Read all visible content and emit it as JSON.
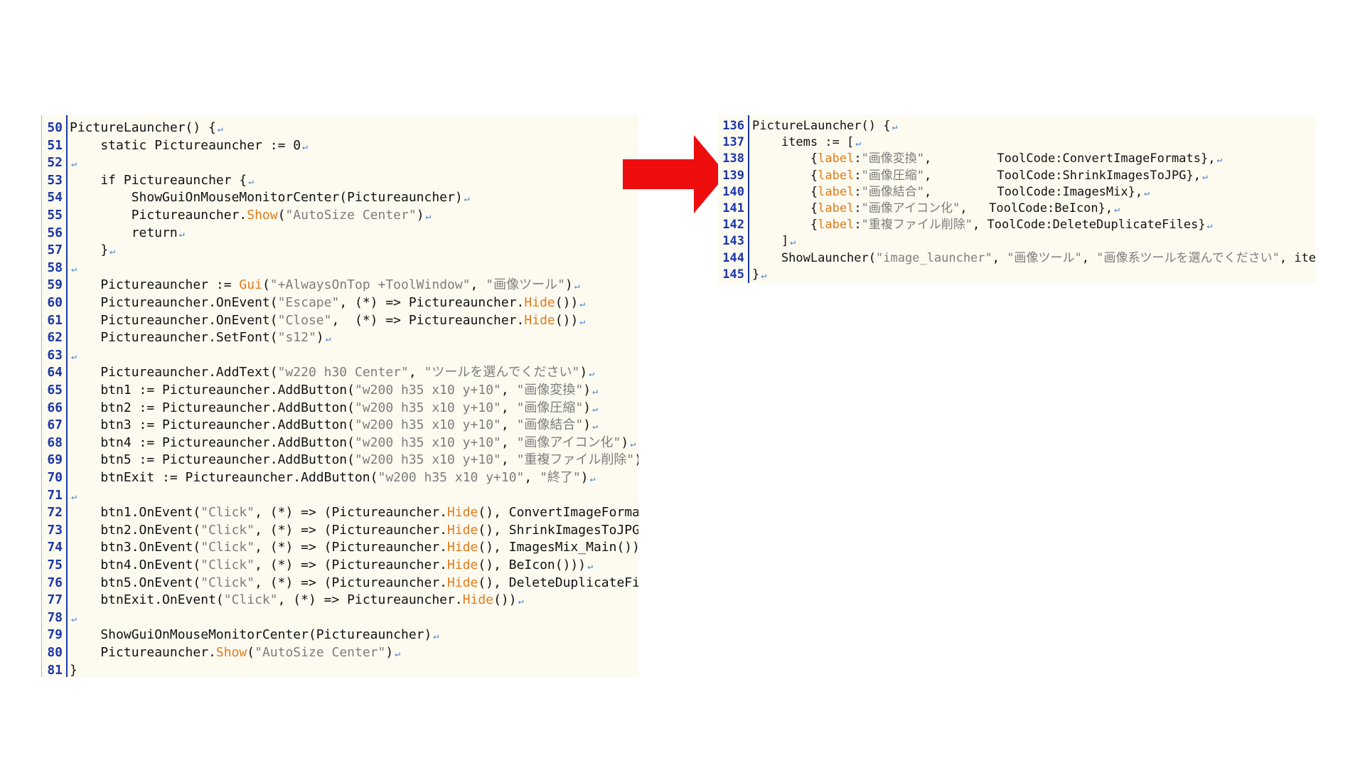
{
  "left": {
    "lines": [
      {
        "n": "50",
        "t": [
          [
            "t",
            "PictureLauncher() {"
          ]
        ]
      },
      {
        "n": "51",
        "t": [
          [
            "t",
            "    static Pictureauncher := 0"
          ]
        ]
      },
      {
        "n": "52",
        "t": []
      },
      {
        "n": "53",
        "t": [
          [
            "t",
            "    if Pictureauncher {"
          ]
        ]
      },
      {
        "n": "54",
        "t": [
          [
            "t",
            "        ShowGuiOnMouseMonitorCenter(Pictureauncher)"
          ]
        ]
      },
      {
        "n": "55",
        "t": [
          [
            "t",
            "        Pictureauncher."
          ],
          [
            "m",
            "Show"
          ],
          [
            "t",
            "("
          ],
          [
            "s",
            "\"AutoSize Center\""
          ],
          [
            "t",
            ")"
          ]
        ]
      },
      {
        "n": "56",
        "t": [
          [
            "t",
            "        return"
          ]
        ]
      },
      {
        "n": "57",
        "t": [
          [
            "t",
            "    }"
          ]
        ]
      },
      {
        "n": "58",
        "t": []
      },
      {
        "n": "59",
        "t": [
          [
            "t",
            "    Pictureauncher := "
          ],
          [
            "m",
            "Gui"
          ],
          [
            "t",
            "("
          ],
          [
            "s",
            "\"+AlwaysOnTop +ToolWindow\""
          ],
          [
            "t",
            ", "
          ],
          [
            "s",
            "\"画像ツール\""
          ],
          [
            "t",
            ")"
          ]
        ]
      },
      {
        "n": "60",
        "t": [
          [
            "t",
            "    Pictureauncher.OnEvent("
          ],
          [
            "s",
            "\"Escape\""
          ],
          [
            "t",
            ", (*) => Pictureauncher."
          ],
          [
            "m",
            "Hide"
          ],
          [
            "t",
            "())"
          ]
        ]
      },
      {
        "n": "61",
        "t": [
          [
            "t",
            "    Pictureauncher.OnEvent("
          ],
          [
            "s",
            "\"Close\""
          ],
          [
            "t",
            ",  (*) => Pictureauncher."
          ],
          [
            "m",
            "Hide"
          ],
          [
            "t",
            "())"
          ]
        ]
      },
      {
        "n": "62",
        "t": [
          [
            "t",
            "    Pictureauncher.SetFont("
          ],
          [
            "s",
            "\"s12\""
          ],
          [
            "t",
            ")"
          ]
        ]
      },
      {
        "n": "63",
        "t": []
      },
      {
        "n": "64",
        "t": [
          [
            "t",
            "    Pictureauncher.AddText("
          ],
          [
            "s",
            "\"w220 h30 Center\""
          ],
          [
            "t",
            ", "
          ],
          [
            "s",
            "\"ツールを選んでください\""
          ],
          [
            "t",
            ")"
          ]
        ]
      },
      {
        "n": "65",
        "t": [
          [
            "t",
            "    btn1 := Pictureauncher.AddButton("
          ],
          [
            "s",
            "\"w200 h35 x10 y+10\""
          ],
          [
            "t",
            ", "
          ],
          [
            "s",
            "\"画像変換\""
          ],
          [
            "t",
            ")"
          ]
        ]
      },
      {
        "n": "66",
        "t": [
          [
            "t",
            "    btn2 := Pictureauncher.AddButton("
          ],
          [
            "s",
            "\"w200 h35 x10 y+10\""
          ],
          [
            "t",
            ", "
          ],
          [
            "s",
            "\"画像圧縮\""
          ],
          [
            "t",
            ")"
          ]
        ]
      },
      {
        "n": "67",
        "t": [
          [
            "t",
            "    btn3 := Pictureauncher.AddButton("
          ],
          [
            "s",
            "\"w200 h35 x10 y+10\""
          ],
          [
            "t",
            ", "
          ],
          [
            "s",
            "\"画像結合\""
          ],
          [
            "t",
            ")"
          ]
        ]
      },
      {
        "n": "68",
        "t": [
          [
            "t",
            "    btn4 := Pictureauncher.AddButton("
          ],
          [
            "s",
            "\"w200 h35 x10 y+10\""
          ],
          [
            "t",
            ", "
          ],
          [
            "s",
            "\"画像アイコン化\""
          ],
          [
            "t",
            ")"
          ]
        ]
      },
      {
        "n": "69",
        "t": [
          [
            "t",
            "    btn5 := Pictureauncher.AddButton("
          ],
          [
            "s",
            "\"w200 h35 x10 y+10\""
          ],
          [
            "t",
            ", "
          ],
          [
            "s",
            "\"重複ファイル削除\""
          ],
          [
            "t",
            ")"
          ]
        ]
      },
      {
        "n": "70",
        "t": [
          [
            "t",
            "    btnExit := Pictureauncher.AddButton("
          ],
          [
            "s",
            "\"w200 h35 x10 y+10\""
          ],
          [
            "t",
            ", "
          ],
          [
            "s",
            "\"終了\""
          ],
          [
            "t",
            ")"
          ]
        ]
      },
      {
        "n": "71",
        "t": []
      },
      {
        "n": "72",
        "t": [
          [
            "t",
            "    btn1.OnEvent("
          ],
          [
            "s",
            "\"Click\""
          ],
          [
            "t",
            ", (*) => (Pictureauncher."
          ],
          [
            "m",
            "Hide"
          ],
          [
            "t",
            "(), ConvertImageFormats()))"
          ]
        ]
      },
      {
        "n": "73",
        "t": [
          [
            "t",
            "    btn2.OnEvent("
          ],
          [
            "s",
            "\"Click\""
          ],
          [
            "t",
            ", (*) => (Pictureauncher."
          ],
          [
            "m",
            "Hide"
          ],
          [
            "t",
            "(), ShrinkImagesToJPG()))"
          ]
        ]
      },
      {
        "n": "74",
        "t": [
          [
            "t",
            "    btn3.OnEvent("
          ],
          [
            "s",
            "\"Click\""
          ],
          [
            "t",
            ", (*) => (Pictureauncher."
          ],
          [
            "m",
            "Hide"
          ],
          [
            "t",
            "(), ImagesMix_Main()))"
          ]
        ]
      },
      {
        "n": "75",
        "t": [
          [
            "t",
            "    btn4.OnEvent("
          ],
          [
            "s",
            "\"Click\""
          ],
          [
            "t",
            ", (*) => (Pictureauncher."
          ],
          [
            "m",
            "Hide"
          ],
          [
            "t",
            "(), BeIcon()))"
          ]
        ]
      },
      {
        "n": "76",
        "t": [
          [
            "t",
            "    btn5.OnEvent("
          ],
          [
            "s",
            "\"Click\""
          ],
          [
            "t",
            ", (*) => (Pictureauncher."
          ],
          [
            "m",
            "Hide"
          ],
          [
            "t",
            "(), DeleteDuplicateFiles()))"
          ]
        ]
      },
      {
        "n": "77",
        "t": [
          [
            "t",
            "    btnExit.OnEvent("
          ],
          [
            "s",
            "\"Click\""
          ],
          [
            "t",
            ", (*) => Pictureauncher."
          ],
          [
            "m",
            "Hide"
          ],
          [
            "t",
            "())"
          ]
        ]
      },
      {
        "n": "78",
        "t": []
      },
      {
        "n": "79",
        "t": [
          [
            "t",
            "    ShowGuiOnMouseMonitorCenter(Pictureauncher)"
          ]
        ]
      },
      {
        "n": "80",
        "t": [
          [
            "t",
            "    Pictureauncher."
          ],
          [
            "m",
            "Show"
          ],
          [
            "t",
            "("
          ],
          [
            "s",
            "\"AutoSize Center\""
          ],
          [
            "t",
            ")"
          ]
        ]
      },
      {
        "n": "81",
        "t": [
          [
            "t",
            "}"
          ]
        ],
        "noeol": true
      }
    ]
  },
  "right": {
    "lines": [
      {
        "n": "136",
        "t": [
          [
            "t",
            "PictureLauncher() {"
          ]
        ]
      },
      {
        "n": "137",
        "t": [
          [
            "t",
            "    items := ["
          ]
        ]
      },
      {
        "n": "138",
        "t": [
          [
            "t",
            "        {"
          ],
          [
            "m",
            "label"
          ],
          [
            "t",
            ":"
          ],
          [
            "s",
            "\"画像変換\""
          ],
          [
            "t",
            ",         ToolCode:ConvertImageFormats},"
          ]
        ]
      },
      {
        "n": "139",
        "t": [
          [
            "t",
            "        {"
          ],
          [
            "m",
            "label"
          ],
          [
            "t",
            ":"
          ],
          [
            "s",
            "\"画像圧縮\""
          ],
          [
            "t",
            ",         ToolCode:ShrinkImagesToJPG},"
          ]
        ]
      },
      {
        "n": "140",
        "t": [
          [
            "t",
            "        {"
          ],
          [
            "m",
            "label"
          ],
          [
            "t",
            ":"
          ],
          [
            "s",
            "\"画像結合\""
          ],
          [
            "t",
            ",         ToolCode:ImagesMix},"
          ]
        ]
      },
      {
        "n": "141",
        "t": [
          [
            "t",
            "        {"
          ],
          [
            "m",
            "label"
          ],
          [
            "t",
            ":"
          ],
          [
            "s",
            "\"画像アイコン化\""
          ],
          [
            "t",
            ",   ToolCode:BeIcon},"
          ]
        ]
      },
      {
        "n": "142",
        "t": [
          [
            "t",
            "        {"
          ],
          [
            "m",
            "label"
          ],
          [
            "t",
            ":"
          ],
          [
            "s",
            "\"重複ファイル削除\""
          ],
          [
            "t",
            ", ToolCode:DeleteDuplicateFiles}"
          ]
        ]
      },
      {
        "n": "143",
        "t": [
          [
            "t",
            "    ]"
          ]
        ]
      },
      {
        "n": "144",
        "t": [
          [
            "t",
            "    ShowLauncher("
          ],
          [
            "s",
            "\"image_launcher\""
          ],
          [
            "t",
            ", "
          ],
          [
            "s",
            "\"画像ツール\""
          ],
          [
            "t",
            ", "
          ],
          [
            "s",
            "\"画像系ツールを選んでください\""
          ],
          [
            "t",
            ", items)"
          ]
        ]
      },
      {
        "n": "145",
        "t": [
          [
            "t",
            "}"
          ]
        ]
      }
    ]
  },
  "eol_mark": "↵",
  "colors": {
    "line_number": "#1c36a8",
    "string": "#7d7d7d",
    "method": "#e07b1a",
    "eol": "#3b7fd0",
    "arrow": "#ee0d0d",
    "panel_bg": "#fdfaf0"
  }
}
